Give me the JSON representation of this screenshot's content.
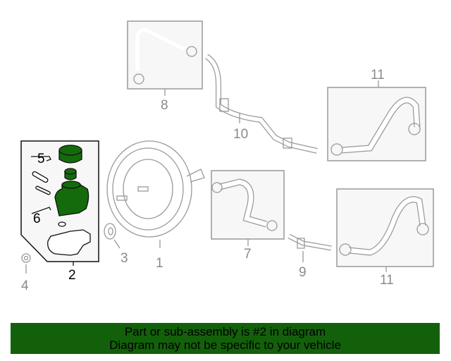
{
  "diagram": {
    "callouts": [
      "1",
      "2",
      "3",
      "4",
      "5",
      "6",
      "7",
      "8",
      "9",
      "10",
      "11",
      "11"
    ],
    "highlighted_part": "2",
    "highlight_color": "#136b0c"
  },
  "banner": {
    "line1": "Part or sub-assembly is #2 in diagram",
    "line2": "Diagram may not be specific to your vehicle",
    "color": "#13600a"
  }
}
